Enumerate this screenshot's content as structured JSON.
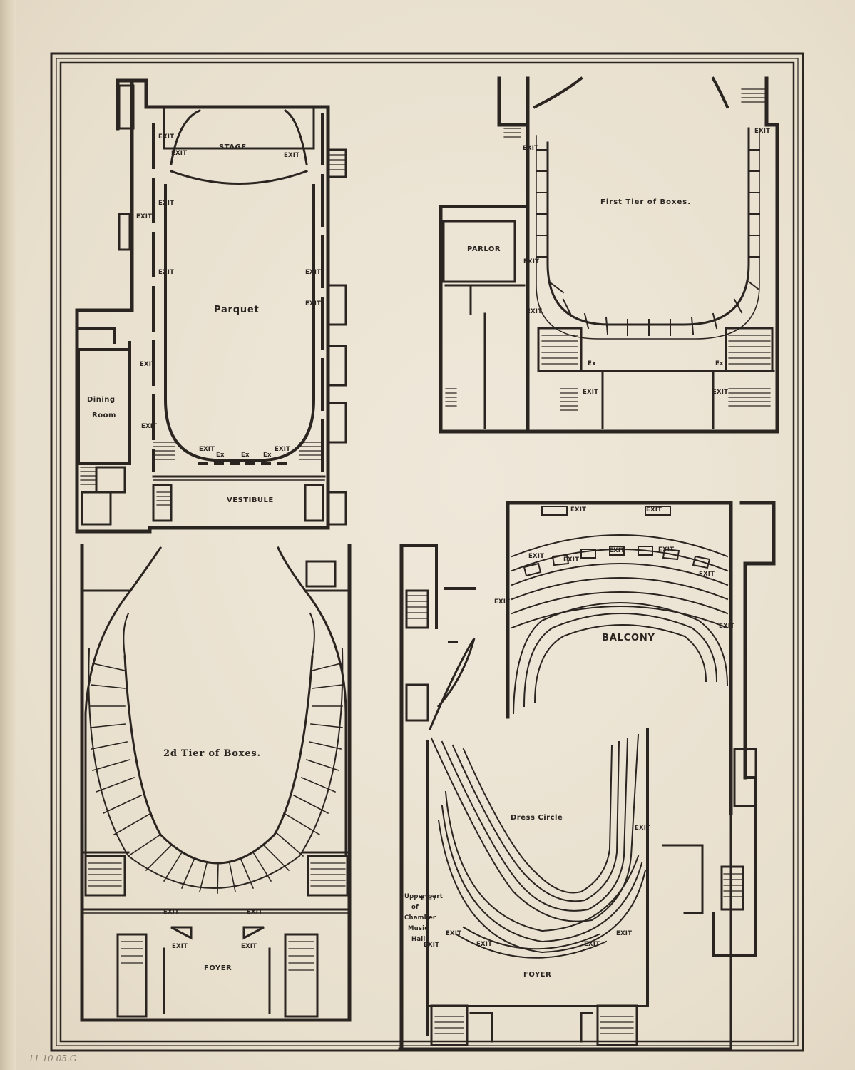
{
  "plans": {
    "parquet": {
      "title": "Parquet",
      "stage": "STAGE",
      "vestibule": "VESTIBULE",
      "dining": [
        "Dining",
        "Room"
      ],
      "exit": "EXIT",
      "ex": "Ex"
    },
    "first_tier": {
      "title": "First Tier of Boxes.",
      "parlor": "PARLOR",
      "exit": "EXIT",
      "ex": "Ex"
    },
    "second_tier": {
      "title": "2d Tier of Boxes.",
      "foyer": "FOYER",
      "exit": "EXIT"
    },
    "balcony": {
      "title": "BALCONY",
      "dress_circle": "Dress Circle",
      "foyer": "FOYER",
      "exit": "EXIT",
      "chamber_note": [
        "Upper part",
        "of",
        "Chamber",
        "Music",
        "Hall"
      ]
    }
  },
  "archive_note": "11-10-05.G"
}
